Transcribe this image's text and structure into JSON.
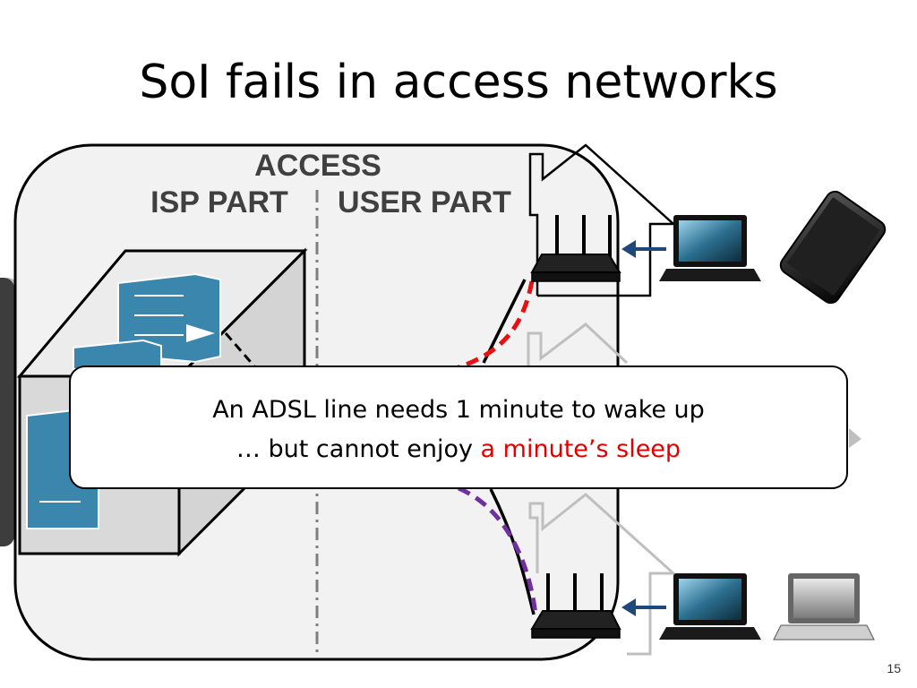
{
  "slide": {
    "title": "SoI fails in access networks",
    "page_number": "15"
  },
  "diagram": {
    "access_label": "ACCESS",
    "isp_part_label": "ISP PART",
    "user_part_label": "USER PART",
    "colors": {
      "red_link": "#e81010",
      "purple_link": "#7030a0",
      "arrow": "#1f497d",
      "dsl_block": "#3a86ad"
    },
    "icons": [
      "cloud-icon",
      "dsl-multiplexer-icon",
      "house-icon",
      "router-icon",
      "laptop-icon",
      "tablet-icon"
    ]
  },
  "callout": {
    "line1": "An ADSL line needs 1 minute to wake up",
    "line2_prefix": "… but cannot enjoy ",
    "line2_highlight": "a minute’s sleep"
  }
}
